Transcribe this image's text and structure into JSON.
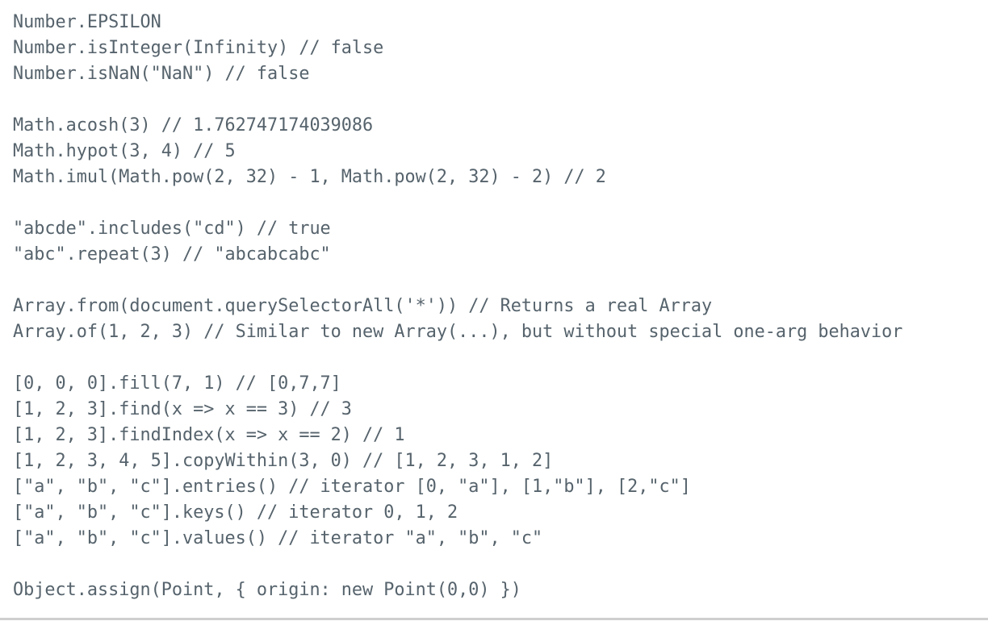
{
  "code_lines": [
    "Number.EPSILON",
    "Number.isInteger(Infinity) // false",
    "Number.isNaN(\"NaN\") // false",
    "",
    "Math.acosh(3) // 1.762747174039086",
    "Math.hypot(3, 4) // 5",
    "Math.imul(Math.pow(2, 32) - 1, Math.pow(2, 32) - 2) // 2",
    "",
    "\"abcde\".includes(\"cd\") // true",
    "\"abc\".repeat(3) // \"abcabcabc\"",
    "",
    "Array.from(document.querySelectorAll('*')) // Returns a real Array",
    "Array.of(1, 2, 3) // Similar to new Array(...), but without special one-arg behavior",
    "",
    "[0, 0, 0].fill(7, 1) // [0,7,7]",
    "[1, 2, 3].find(x => x == 3) // 3",
    "[1, 2, 3].findIndex(x => x == 2) // 1",
    "[1, 2, 3, 4, 5].copyWithin(3, 0) // [1, 2, 3, 1, 2]",
    "[\"a\", \"b\", \"c\"].entries() // iterator [0, \"a\"], [1,\"b\"], [2,\"c\"]",
    "[\"a\", \"b\", \"c\"].keys() // iterator 0, 1, 2",
    "[\"a\", \"b\", \"c\"].values() // iterator \"a\", \"b\", \"c\"",
    "",
    "Object.assign(Point, { origin: new Point(0,0) })"
  ]
}
